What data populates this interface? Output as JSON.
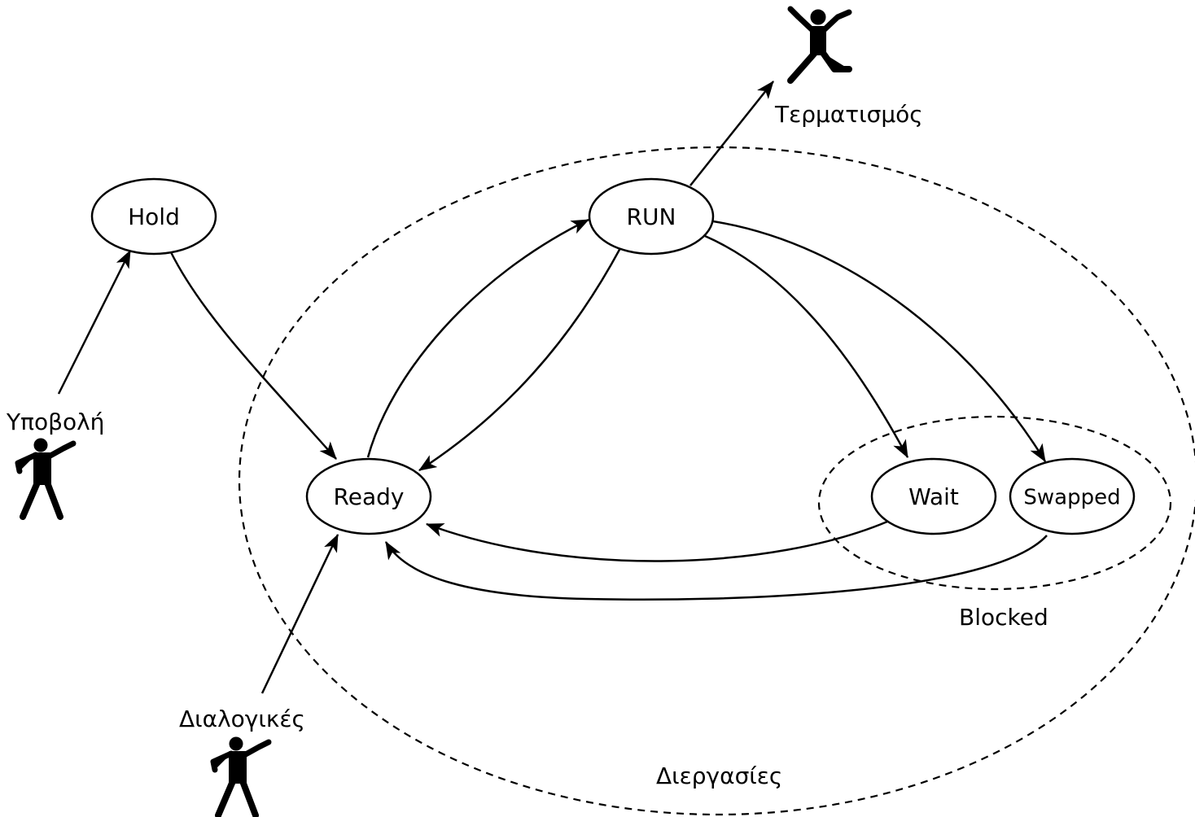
{
  "diagram": {
    "nodes": {
      "hold": "Hold",
      "run": "RUN",
      "ready": "Ready",
      "wait": "Wait",
      "swapped": "Swapped"
    },
    "labels": {
      "termination": "Τερματισμός",
      "submission": "Υποβολή",
      "interactive": "Διαλογικές",
      "blocked": "Blocked",
      "processes": "Διεργασίες"
    },
    "icons": {
      "submission_actor": "person-icon",
      "interactive_actor": "person-icon",
      "termination_actor": "person-icon"
    },
    "colors": {
      "stroke": "#000000",
      "background": "#ffffff"
    }
  }
}
